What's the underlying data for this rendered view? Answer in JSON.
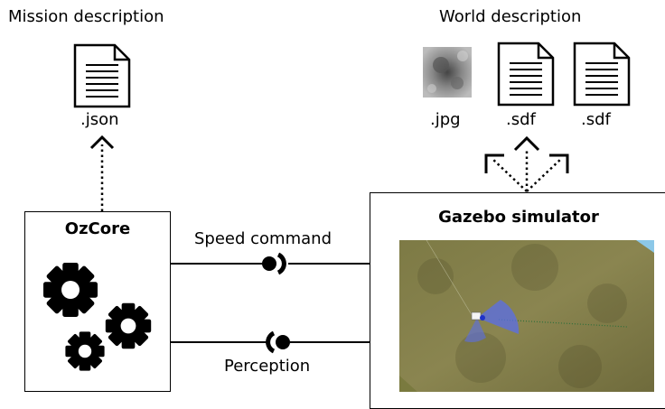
{
  "mission": {
    "title": "Mission description",
    "file_ext": ".json"
  },
  "world": {
    "title": "World description",
    "files": [
      ".jpg",
      ".sdf",
      ".sdf"
    ]
  },
  "ozcore": {
    "title": "OzCore"
  },
  "gazebo": {
    "title": "Gazebo simulator"
  },
  "links": {
    "speed_command": "Speed command",
    "perception": "Perception"
  },
  "icons": {
    "document": "document-icon",
    "heightmap": "heightmap-thumbnail",
    "gears": "gears-icon",
    "provided_interface": "lollipop-provided-icon",
    "required_interface": "socket-required-icon"
  }
}
